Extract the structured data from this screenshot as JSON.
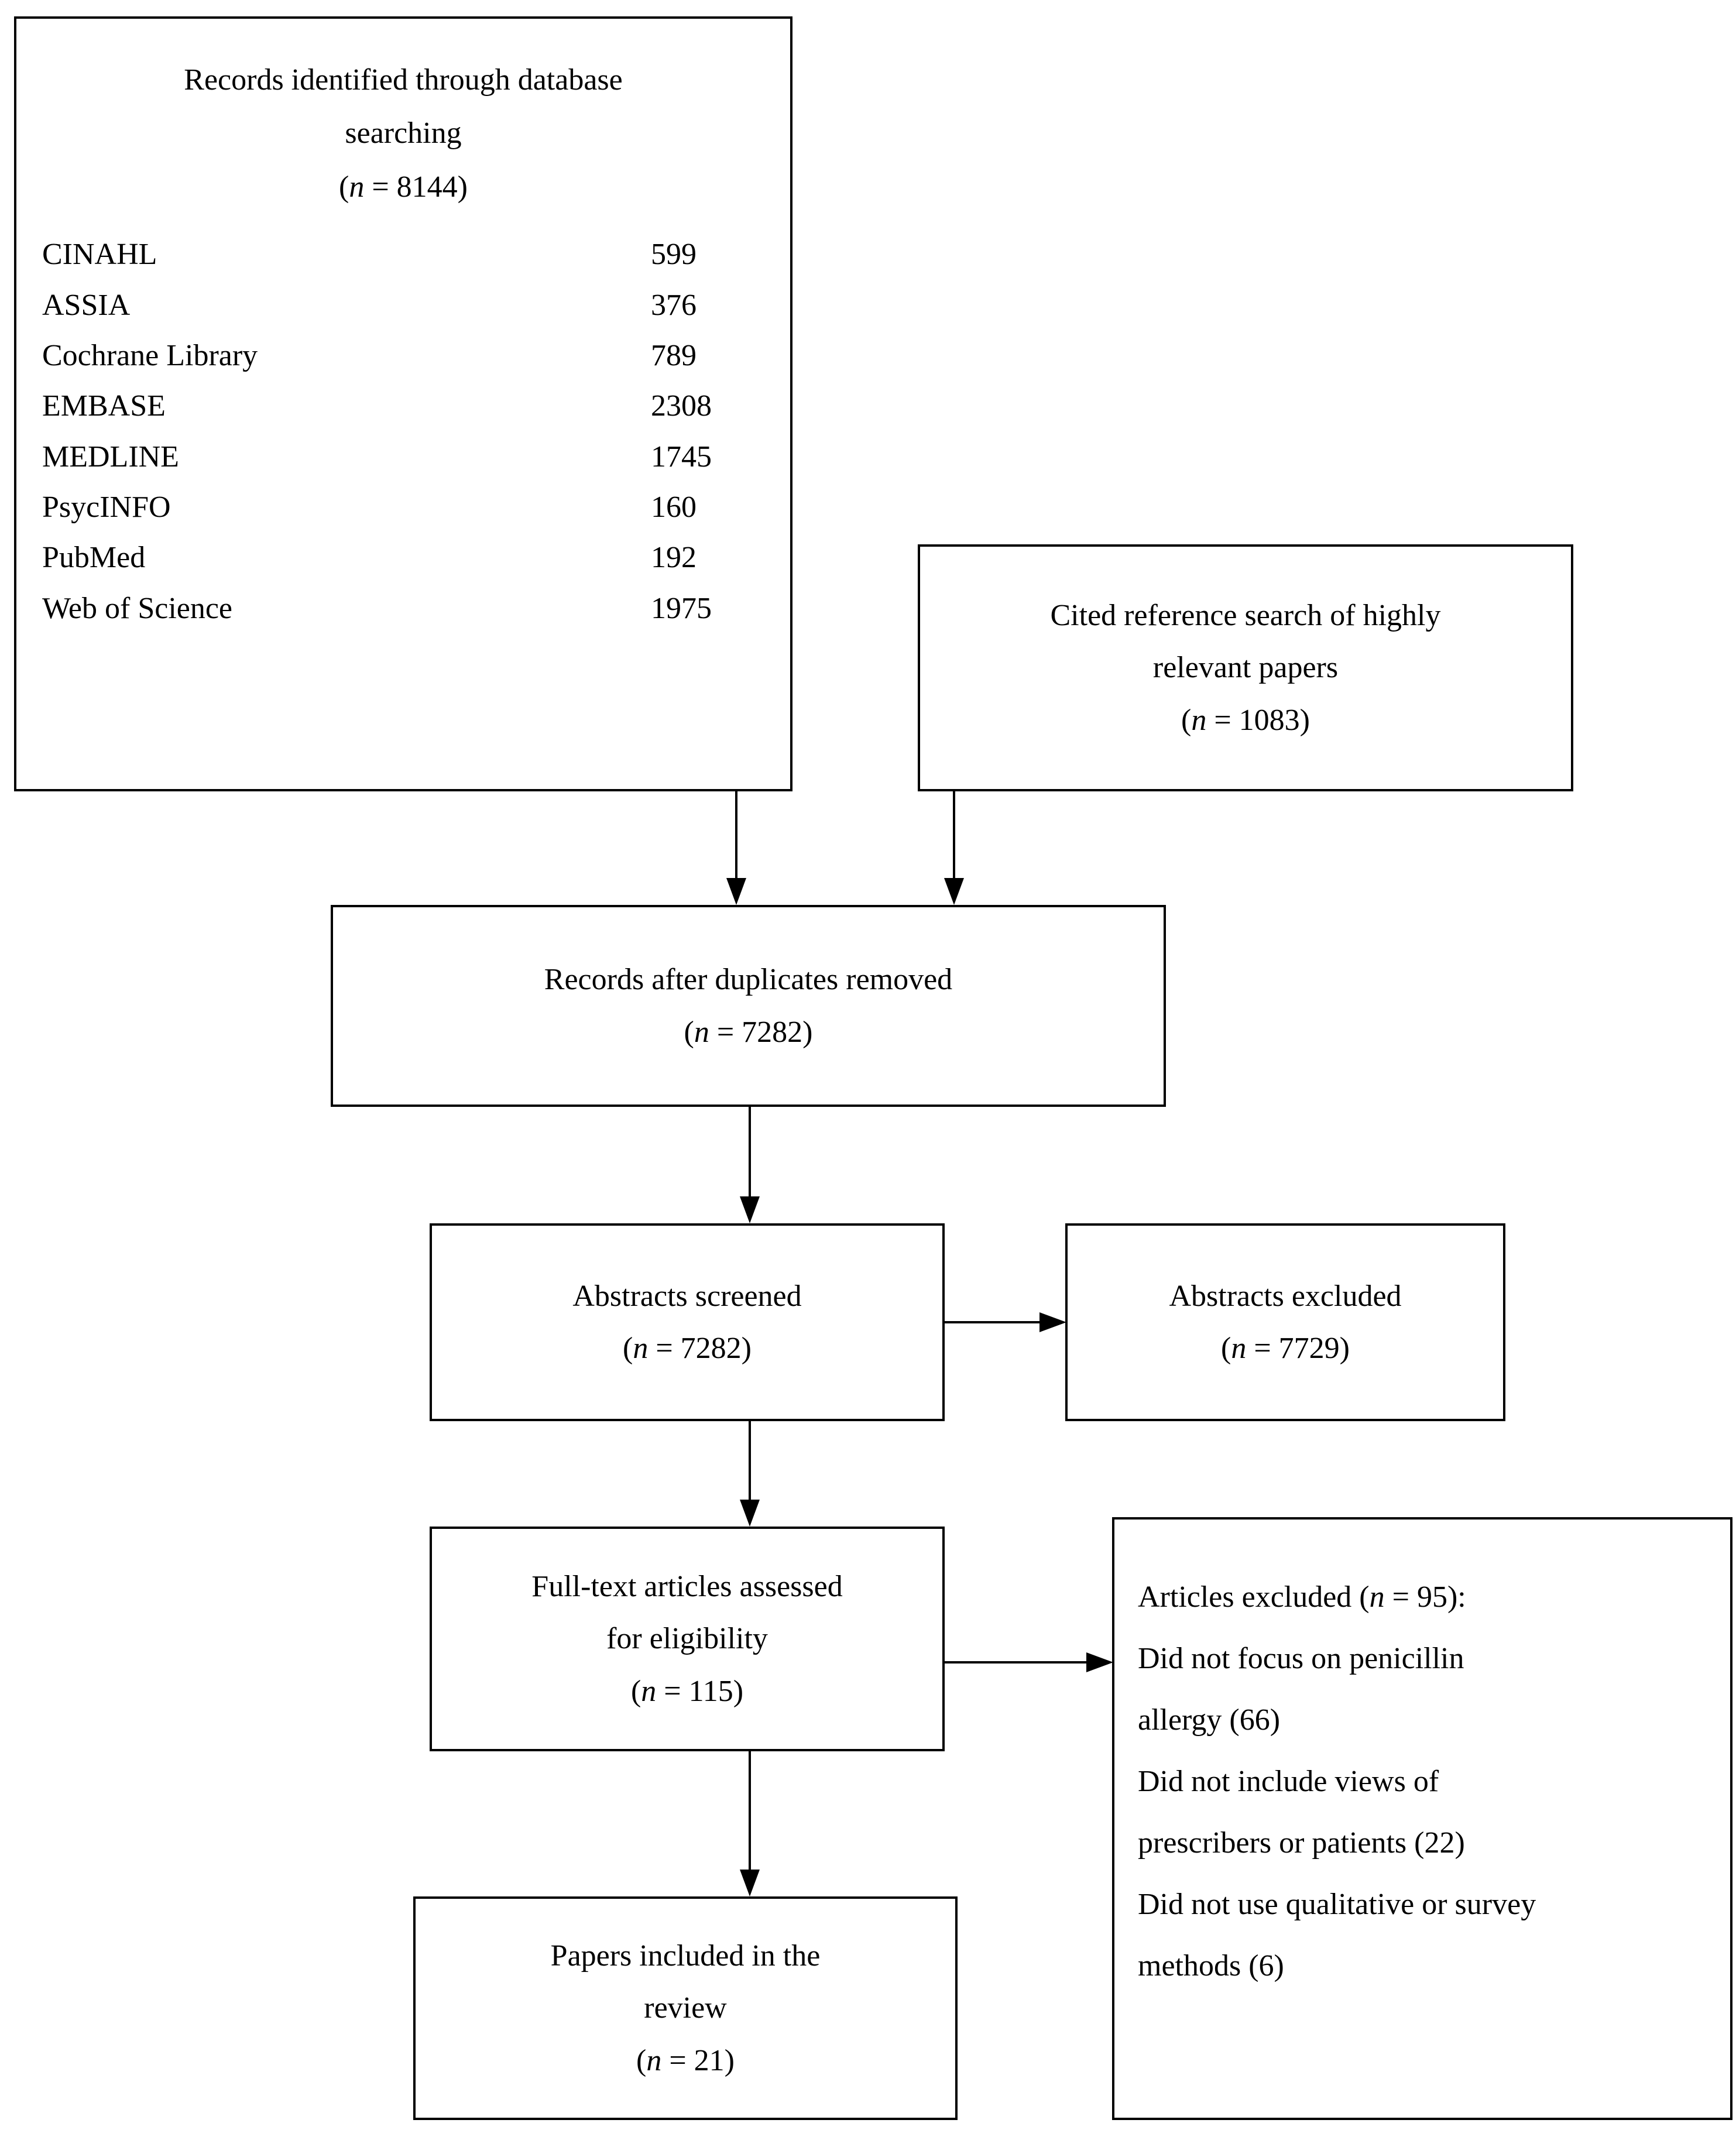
{
  "diagram": {
    "type": "prisma-flow-diagram",
    "boxes": {
      "records_identified": {
        "title_line1": "Records identified through database",
        "title_line2": "searching",
        "count_prefix": "(",
        "count_n": "n",
        "count_eq": " = 8144)",
        "count_text": "(n = 8144)",
        "databases": [
          {
            "name": "CINAHL",
            "count": "599"
          },
          {
            "name": "ASSIA",
            "count": "376"
          },
          {
            "name": "Cochrane Library",
            "count": "789"
          },
          {
            "name": "EMBASE",
            "count": "2308"
          },
          {
            "name": "MEDLINE",
            "count": "1745"
          },
          {
            "name": "PsycINFO",
            "count": "160"
          },
          {
            "name": "PubMed",
            "count": "192"
          },
          {
            "name": "Web of Science",
            "count": "1975"
          }
        ]
      },
      "cited_reference": {
        "line1": "Cited reference search of highly",
        "line2": "relevant papers",
        "count_eq": " = 1083)",
        "count_text": "(n = 1083)"
      },
      "records_after_duplicates": {
        "line1": "Records after duplicates removed",
        "count_eq": " = 7282)",
        "count_text": "(n = 7282)"
      },
      "abstracts_screened": {
        "line1": "Abstracts screened",
        "count_eq": " = 7282)",
        "count_text": "(n = 7282)"
      },
      "abstracts_excluded": {
        "line1": "Abstracts excluded",
        "count_eq": " = 7729)",
        "count_text": "(n = 7729)"
      },
      "fulltext_assessed": {
        "line1": "Full-text articles assessed",
        "line2": "for eligibility",
        "count_eq": " = 115)",
        "count_text": "(n = 115)"
      },
      "articles_excluded": {
        "heading_prefix": "Articles excluded (",
        "heading_n": "n",
        "heading_suffix": " = 95):",
        "heading_text": "Articles excluded (n = 95):",
        "reasons": [
          "Did not focus on penicillin",
          "allergy (66)",
          "Did not include views of",
          "prescribers or patients (22)",
          "Did not use qualitative or survey",
          "methods (6)"
        ]
      },
      "papers_included": {
        "line1": "Papers included in the",
        "line2": "review",
        "count_eq": " = 21)",
        "count_text": "(n = 21)"
      }
    },
    "colors": {
      "line": "#000000",
      "background": "#ffffff",
      "text": "#000000"
    }
  }
}
